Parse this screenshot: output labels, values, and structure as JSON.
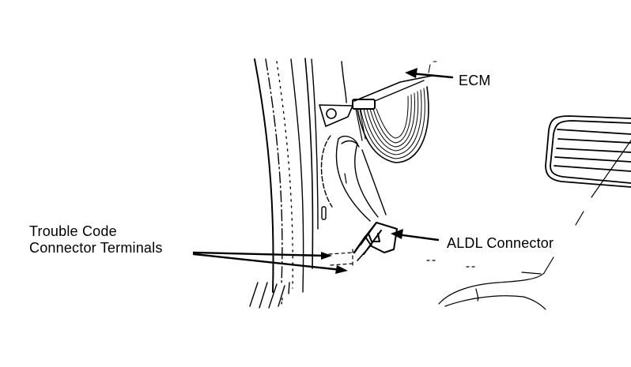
{
  "diagram": {
    "type": "automotive-component-location",
    "style": "black line art on white",
    "labels": {
      "ecm": "ECM",
      "aldl": "ALDL Connector",
      "trouble_line1": "Trouble Code",
      "trouble_line2": "Connector Terminals"
    },
    "callouts": [
      {
        "label": "ECM",
        "points_to": "ecm-module"
      },
      {
        "label": "ALDL Connector",
        "points_to": "aldl-connector"
      },
      {
        "label": "Trouble Code Connector Terminals",
        "points_to": "connector-terminals",
        "arrow_count": 2
      }
    ],
    "colors": {
      "line": "#000000",
      "background": "#ffffff"
    }
  }
}
